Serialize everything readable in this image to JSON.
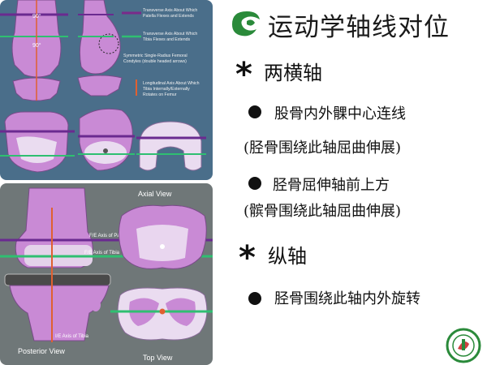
{
  "title": "运动学轴线对位",
  "heading_transverse": "两横轴",
  "bullet1": "股骨内外髁中心连线",
  "bullet1_note": "(胫骨围绕此轴屈曲伸展)",
  "bullet2": "胫骨屈伸轴前上方",
  "bullet2_note": "(髌骨围绕此轴屈曲伸展)",
  "heading_longitudinal": "纵轴",
  "bullet3": "胫骨围绕此轴内外旋转",
  "top_figure": {
    "angle1": "90°",
    "angle2": "90°",
    "legend": [
      {
        "text1": "Transverse Axis About Which",
        "text2": "Patella Flexes and Extends",
        "color": "#7a2a8a"
      },
      {
        "text1": "Transverse Axis About Which",
        "text2": "Tibia Flexes and Extends",
        "color": "#2fbf71"
      },
      {
        "text1": "Symmetric Single-Radius Femoral",
        "text2": "Condyles (double headed arrows)",
        "color": "#222222"
      },
      {
        "text1": "Longitudinal Axis About Which",
        "text2": "Tibia Internally/Externally",
        "text3": "Rotates on Femur",
        "color": "#e06030"
      }
    ]
  },
  "bottom_figure": {
    "axial_view": "Axial View",
    "posterior_view": "Posterior View",
    "top_view": "Top View",
    "fe_patella": "F/E Axis of Patella",
    "fe_tibia": "F/E Axis of Tibia",
    "ie_tibia": "I/E Axis of Tibia"
  },
  "colors": {
    "bone": "#c88ad6",
    "bone_light": "#e7c8ee",
    "patella_axis": "#6a2a90",
    "tibia_axis": "#2fbf71",
    "longitudinal_axis": "#e06030"
  },
  "icons": [
    "swirl-logo-icon",
    "star-bullet-icon",
    "circle-bullet-icon",
    "hospital-seal-icon"
  ]
}
